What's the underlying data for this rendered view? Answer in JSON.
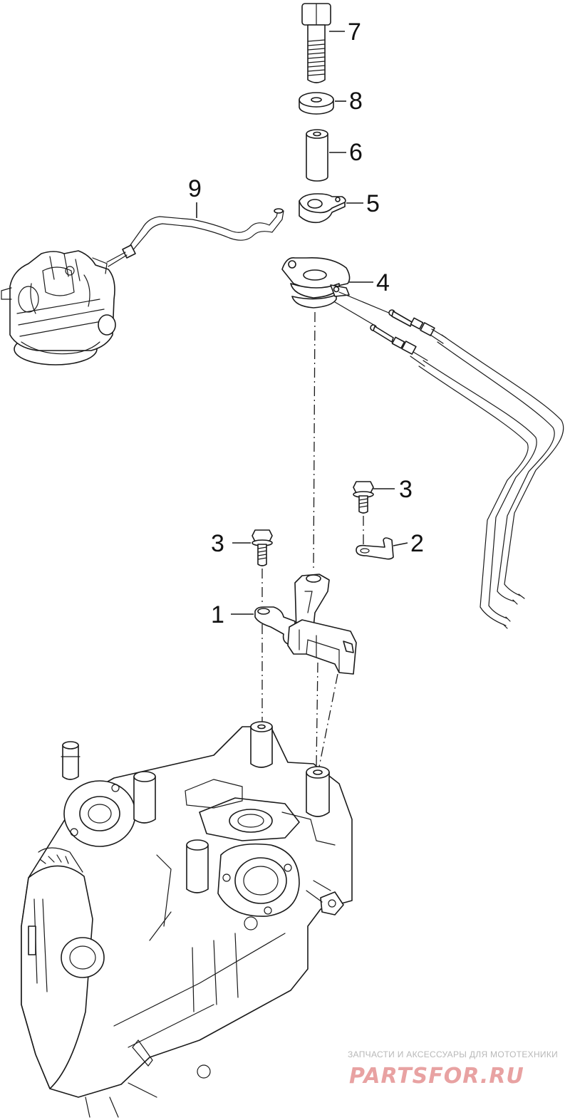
{
  "callouts": {
    "c1": "1",
    "c2": "2",
    "c3a": "3",
    "c3b": "3",
    "c4": "4",
    "c5": "5",
    "c6": "6",
    "c7": "7",
    "c8": "8",
    "c9": "9"
  },
  "watermark": {
    "tagline": "ЗАПЧАСТИ И АКСЕССУАРЫ ДЛЯ МОТОТЕХНИКИ",
    "brand": "PARTSFOR.RU"
  }
}
